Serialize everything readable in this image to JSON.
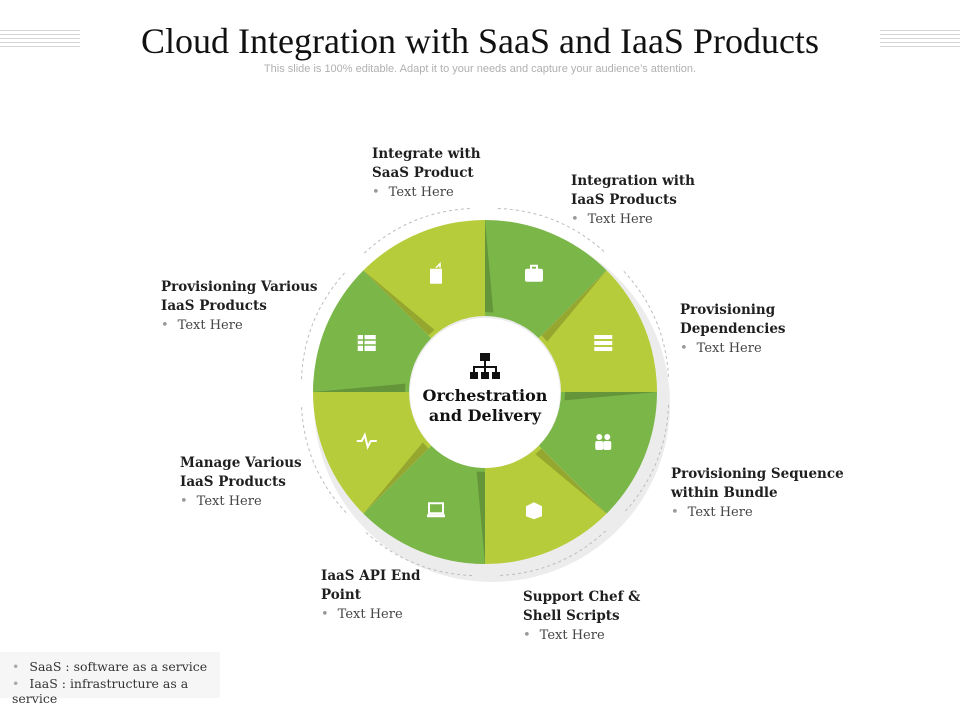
{
  "title": "Cloud Integration with SaaS and IaaS Products",
  "subtitle": "This slide is 100% editable. Adapt it to your needs and capture your audience’s attention.",
  "center": {
    "label_line1": "Orchestration",
    "label_line2": "and Delivery",
    "icon": "hierarchy-icon"
  },
  "segments": [
    {
      "heading_line1": "Integrate with",
      "heading_line2": "SaaS Product",
      "text": "Text Here",
      "icon": "briefcase-icon",
      "color": "#7ab648"
    },
    {
      "heading_line1": "Integration with",
      "heading_line2": "IaaS Products",
      "text": "Text Here",
      "icon": "server-icon",
      "color": "#b7cc3a"
    },
    {
      "heading_line1": "Provisioning",
      "heading_line2": "Dependencies",
      "text": "Text Here",
      "icon": "users-icon",
      "color": "#7ab648"
    },
    {
      "heading_line1": "Provisioning Sequence",
      "heading_line2": "within Bundle",
      "text": "Text Here",
      "icon": "box-icon",
      "color": "#b7cc3a"
    },
    {
      "heading_line1": "Support Chef &",
      "heading_line2": "Shell Scripts",
      "text": "Text Here",
      "icon": "laptop-icon",
      "color": "#7ab648"
    },
    {
      "heading_line1": "IaaS API End",
      "heading_line2": "Point",
      "text": "Text Here",
      "icon": "pulse-icon",
      "color": "#b7cc3a"
    },
    {
      "heading_line1": "Manage Various",
      "heading_line2": "IaaS Products",
      "text": "Text Here",
      "icon": "table-icon",
      "color": "#7ab648"
    },
    {
      "heading_line1": "Provisioning Various",
      "heading_line2": "IaaS Products",
      "text": "Text Here",
      "icon": "document-export-icon",
      "color": "#b7cc3a"
    }
  ],
  "legend": [
    "SaaS : software as a service",
    "IaaS : infrastructure as a service"
  ]
}
